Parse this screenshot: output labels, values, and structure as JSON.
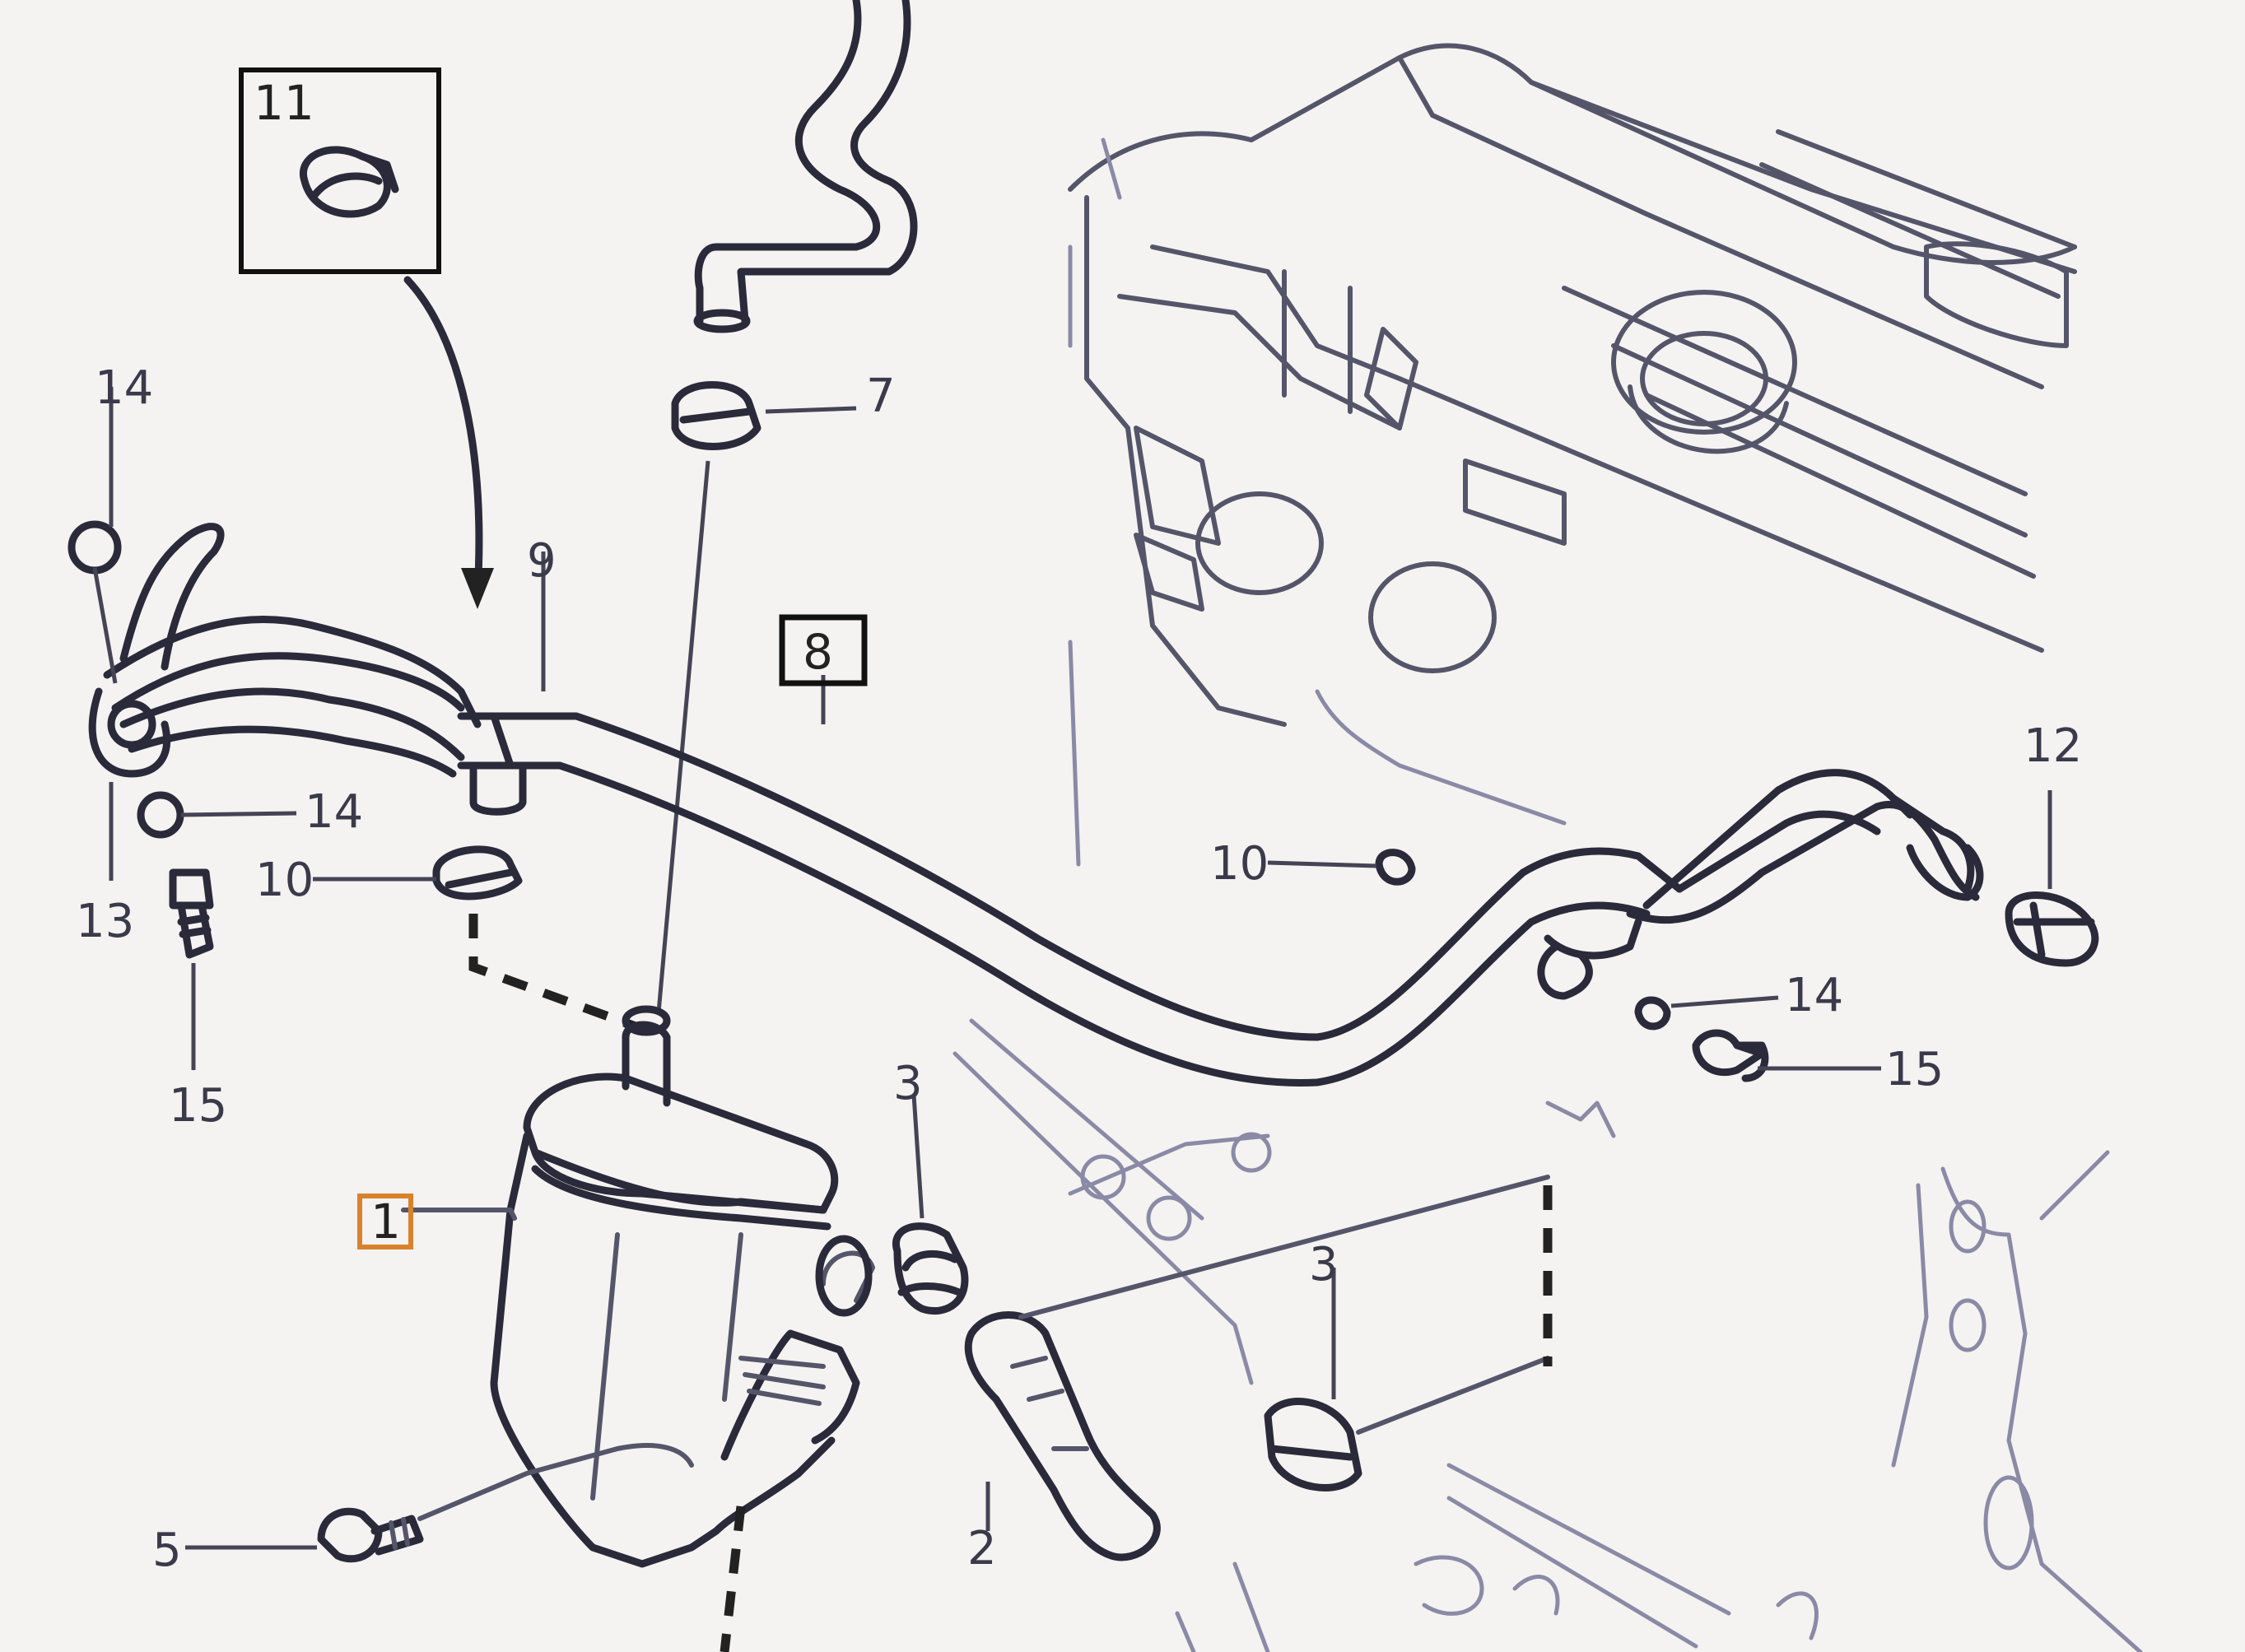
{
  "diagram": {
    "callouts": [
      {
        "id": "c11",
        "text": "11",
        "boxed": true
      },
      {
        "id": "c14a",
        "text": "14"
      },
      {
        "id": "c7",
        "text": "7"
      },
      {
        "id": "c9",
        "text": "9"
      },
      {
        "id": "c8",
        "text": "8",
        "boxed": true
      },
      {
        "id": "c14b",
        "text": "14"
      },
      {
        "id": "c13",
        "text": "13"
      },
      {
        "id": "c10a",
        "text": "10"
      },
      {
        "id": "c15a",
        "text": "15"
      },
      {
        "id": "c10b",
        "text": "10"
      },
      {
        "id": "c12",
        "text": "12"
      },
      {
        "id": "c14c",
        "text": "14"
      },
      {
        "id": "c15b",
        "text": "15"
      },
      {
        "id": "c3a",
        "text": "3"
      },
      {
        "id": "c3b",
        "text": "3"
      },
      {
        "id": "c1",
        "text": "1",
        "boxed": true,
        "highlight": "#d9822b"
      },
      {
        "id": "c5",
        "text": "5"
      },
      {
        "id": "c2",
        "text": "2"
      }
    ]
  }
}
